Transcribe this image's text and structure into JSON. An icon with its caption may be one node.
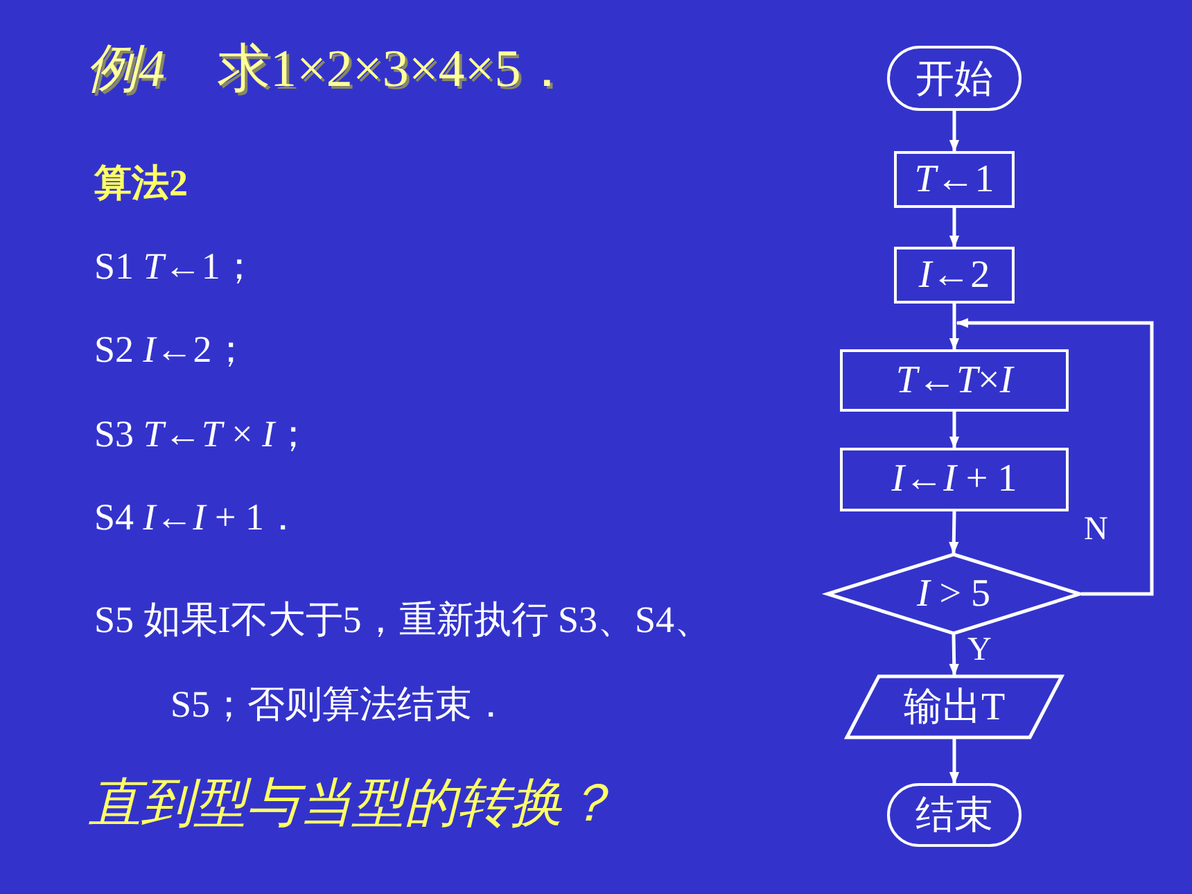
{
  "diagram": {
    "title": "*例4*　求1×2×3×4×5．",
    "nodes": [
      {
        "text": [
          "开始"
        ]
      },
      {
        "text": [
          "*T*←1"
        ]
      },
      {
        "text": [
          "*I*←2"
        ]
      },
      {
        "text": [
          "*T*←*T*×*I*"
        ]
      },
      {
        "text": [
          "*I*←*I* + 1"
        ]
      },
      {
        "text": [
          "*I* > 5"
        ]
      },
      {
        "text": [
          "输出T"
        ]
      },
      {
        "text": [
          "结束"
        ]
      }
    ],
    "edges": [
      {
        "from": 0,
        "to": 1,
        "arrow": "to"
      },
      {
        "from": 1,
        "to": 2,
        "arrow": "to"
      },
      {
        "from": 2,
        "to": 3,
        "arrow": "to"
      },
      {
        "from": 3,
        "to": 4,
        "arrow": "to"
      },
      {
        "from": 4,
        "to": 5,
        "arrow": "to"
      },
      {
        "from": 5,
        "to": 3,
        "arrow": "to",
        "label": "N"
      },
      {
        "from": 5,
        "to": 6,
        "arrow": "to",
        "label": "Y"
      },
      {
        "from": 6,
        "to": 7,
        "arrow": "to"
      }
    ],
    "labels": [
      "算法2",
      "S1 *T*←1；",
      "S2 *I*←2；",
      "S3 *T*←*T* × *I*；",
      "S4 *I*←*I* + 1．",
      "S5 如果I不大于5，重新执行 S3、S4、S5；否则算法结束．",
      "直到型与当型的转换？"
    ]
  }
}
